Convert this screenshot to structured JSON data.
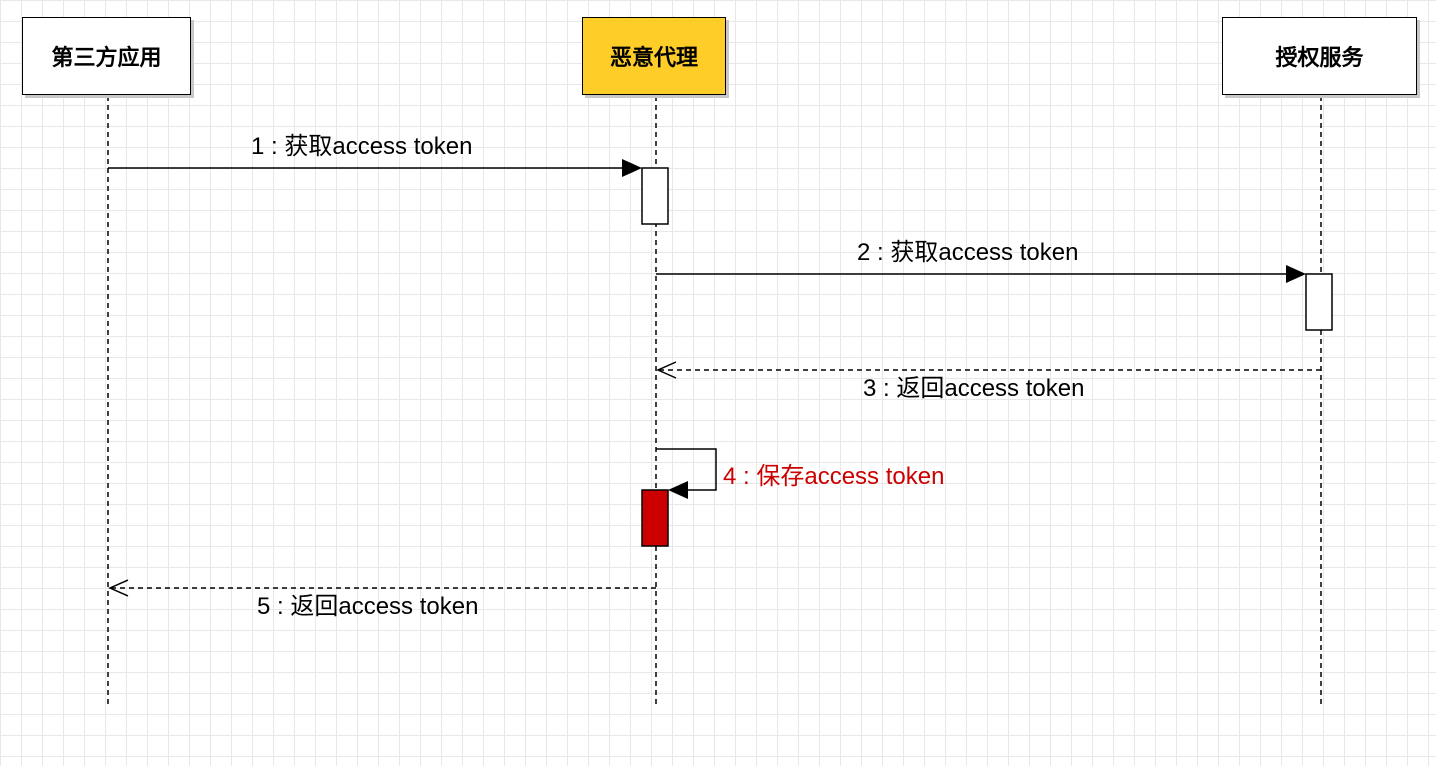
{
  "participants": {
    "third_party_app": {
      "label": "第三方应用",
      "fill": "#ffffff"
    },
    "malicious_proxy": {
      "label": "恶意代理",
      "fill": "#ffcd28"
    },
    "auth_service": {
      "label": "授权服务",
      "fill": "#ffffff"
    }
  },
  "messages": [
    {
      "label": "1 : 获取access token",
      "style": "solid",
      "color": "#000000"
    },
    {
      "label": "2 : 获取access token",
      "style": "solid",
      "color": "#000000"
    },
    {
      "label": "3 : 返回access token",
      "style": "dashed",
      "color": "#000000"
    },
    {
      "label": "4 : 保存access token",
      "style": "solid",
      "color": "#cc0000"
    },
    {
      "label": "5 : 返回access token",
      "style": "dashed",
      "color": "#000000"
    }
  ],
  "colors": {
    "highlight_activation": "#cc0000",
    "highlight_text": "#cc0000",
    "proxy_fill": "#ffcd28"
  }
}
